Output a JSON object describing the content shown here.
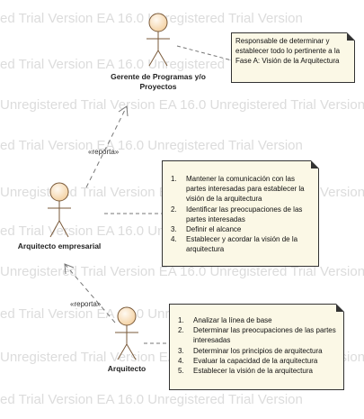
{
  "watermark": {
    "text": "ed Trial Version   EA 16.0 Unregistered Trial Version",
    "text_alt": "Unregistered Trial Version   EA 16.0 Unregistered Trial Version"
  },
  "actors": {
    "gerente": "Gerente de Programas y/o Proyectos",
    "arquitecto_empresarial": "Arquitecto empresarial",
    "arquitecto": "Arquitecto"
  },
  "relations": {
    "reporta_1": "«reporta»",
    "reporta_2": "«reporta»"
  },
  "notes": {
    "gerente_note": "Responsable de determinar y establecer todo lo pertinente a la Fase A: Visión de la Arquitectura",
    "empresarial_items": [
      {
        "num": "1.",
        "text": "Mantener la comunicación con las partes interesadas para establecer la visión de la arquitectura"
      },
      {
        "num": "2.",
        "text": "Identificar las preocupaciones de las partes interesadas"
      },
      {
        "num": "3.",
        "text": "Definir el alcance"
      },
      {
        "num": "4.",
        "text": "Establecer y acordar la visión de la arquitectura"
      }
    ],
    "arquitecto_items": [
      {
        "num": "1.",
        "text": "Analizar la línea de base"
      },
      {
        "num": "2.",
        "text": "Determinar las preocupaciones de las partes interesadas"
      },
      {
        "num": "3.",
        "text": "Determinar los principios de arquitectura"
      },
      {
        "num": "4.",
        "text": "Evaluar la capacidad de la arquitectura"
      },
      {
        "num": "5.",
        "text": "Establecer la visión de la arquitectura"
      }
    ]
  },
  "colors": {
    "actor_fill": "#f9e4c6",
    "actor_stroke": "#7a5a3a",
    "note_fill": "#fbf8e6",
    "line": "#777777",
    "watermark": "#dcdcdc"
  }
}
